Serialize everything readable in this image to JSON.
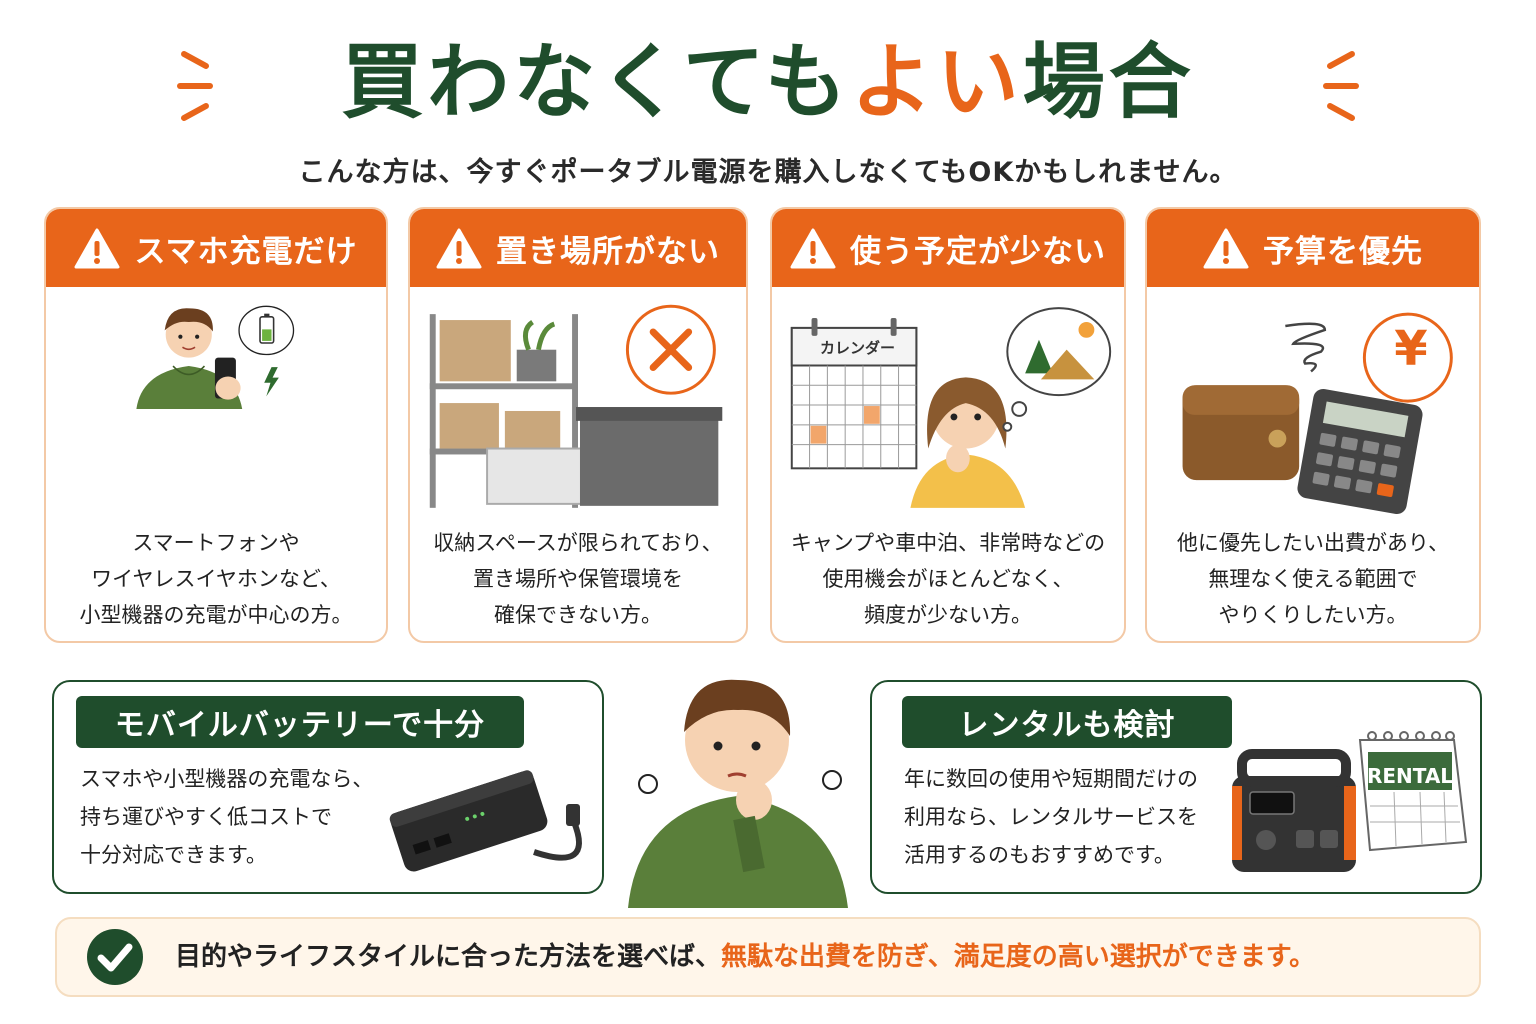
{
  "header": {
    "title_main": "買わなくても",
    "title_accent": "よい",
    "title_tail": "場合",
    "subtitle": "こんな方は、今すぐポータブル電源を購入しなくてもOKかもしれません。"
  },
  "cards": [
    {
      "title": "スマホ充電だけ",
      "lines": [
        "スマートフォンや",
        "ワイヤレスイヤホンなど、",
        "小型機器の充電が中心の方。"
      ]
    },
    {
      "title": "置き場所がない",
      "lines": [
        "収納スペースが限られており、",
        "置き場所や保管環境を",
        "確保できない方。"
      ]
    },
    {
      "title": "使う予定が少ない",
      "calendar_label": "カレンダー",
      "lines": [
        "キャンプや車中泊、非常時などの",
        "使用機会がほとんどなく、",
        "頻度が少ない方。"
      ]
    },
    {
      "title": "予算を優先",
      "currency_symbol": "¥",
      "lines": [
        "他に優先したい出費があり、",
        "無理なく使える範囲で",
        "やりくりしたい方。"
      ]
    }
  ],
  "panels": {
    "left": {
      "title": "モバイルバッテリーで十分",
      "lines": [
        "スマホや小型機器の充電なら、",
        "持ち運びやすく低コストで",
        "十分対応できます。"
      ]
    },
    "right": {
      "title": "レンタルも検討",
      "rental_sign": "RENTAL",
      "lines": [
        "年に数回の使用や短期間だけの",
        "利用なら、レンタルサービスを",
        "活用するのもおすすめです。"
      ]
    }
  },
  "footer": {
    "text_main": "目的やライフスタイルに合った方法を選べば、",
    "text_highlight": "無駄な出費を防ぎ、満足度の高い選択ができます。"
  },
  "colors": {
    "orange": "#e8651a",
    "green": "#1f4d2c",
    "hoodie": "#5a7f3a"
  }
}
